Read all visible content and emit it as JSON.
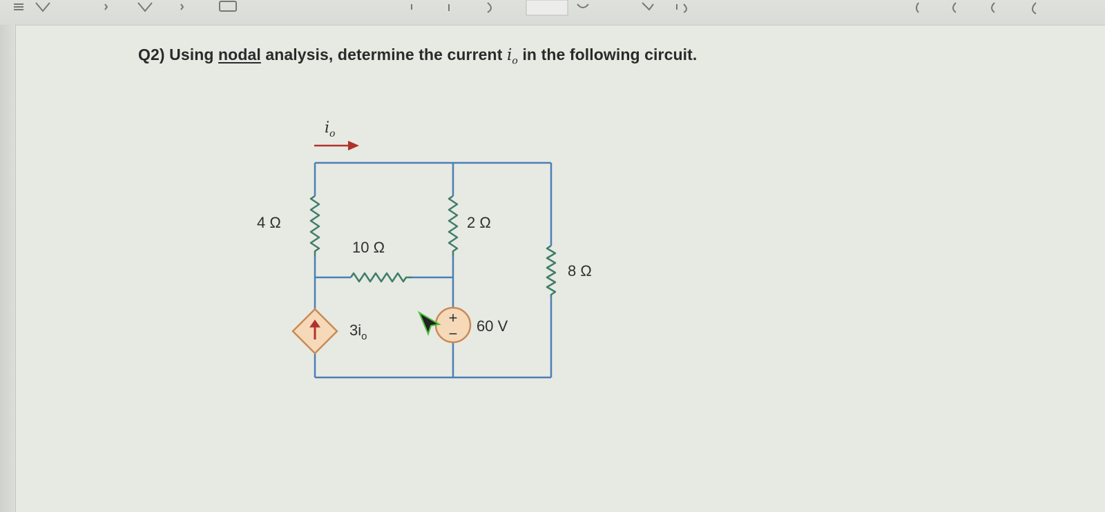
{
  "question": {
    "prefix": "Q2) Using ",
    "underlined": "nodal",
    "middle": " analysis, determine the current ",
    "variable": "i",
    "variable_sub": "o",
    "suffix": " in the following circuit."
  },
  "circuit": {
    "current_label": "i",
    "current_label_sub": "o",
    "r_left": "4 Ω",
    "r_middle_horizontal": "10 Ω",
    "r_middle_vertical": "2 Ω",
    "r_right": "8 Ω",
    "dependent_source_coef": "3i",
    "dependent_source_sub": "o",
    "voltage_source": "60 V",
    "voltage_plus": "+",
    "voltage_minus": "−",
    "wire_color": "#4a7fb5",
    "resistor_color": "#3f7d6b",
    "source_fill": "#f6d9b9",
    "source_stroke": "#c98a55",
    "arrow_color": "#b0322a"
  }
}
